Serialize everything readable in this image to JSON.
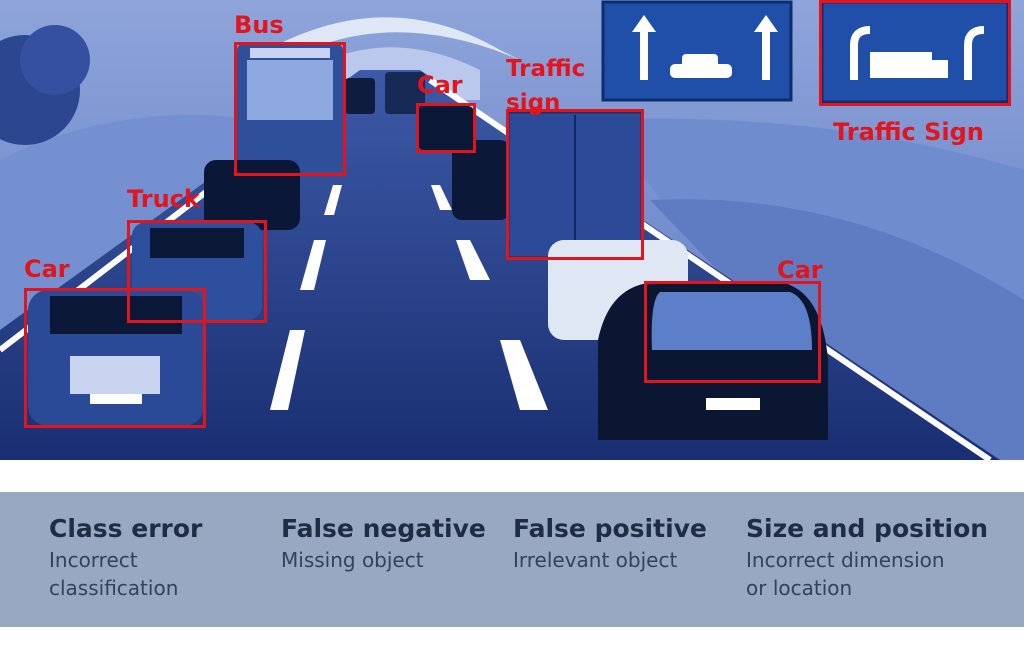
{
  "labels": {
    "bus": "Bus",
    "car_small": "Car",
    "traffic_sign_left": "Traffic sign",
    "traffic_sign_right": "Traffic Sign",
    "truck": "Truck",
    "car_front_left": "Car",
    "car_right": "Car"
  },
  "legend": [
    {
      "title": "Class error",
      "desc": "Incorrect classification"
    },
    {
      "title": "False negative",
      "desc": "Missing object"
    },
    {
      "title": "False positive",
      "desc": "Irrelevant object"
    },
    {
      "title": "Size and position",
      "desc": "Incorrect dimension or location"
    }
  ],
  "colors": {
    "box": "#e3141c",
    "sky": "#9bb0df",
    "road": "#243c86",
    "legend_bg": "#98a7c2"
  }
}
